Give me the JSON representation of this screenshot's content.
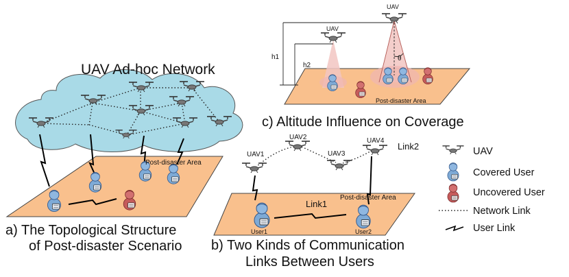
{
  "panel_a": {
    "cloud_title": "UAV Ad-hoc Network",
    "area_label": "Post-disaster Area",
    "caption_line1": "a)  The Topological Structure",
    "caption_line2": "of Post-disaster Scenario"
  },
  "panel_b": {
    "uav_labels": [
      "UAV1",
      "UAV2",
      "UAV3",
      "UAV4"
    ],
    "link1_label": "Link1",
    "link2_label": "Link2",
    "area_label": "Post-disaster Area",
    "user1_label": "User1",
    "user2_label": "User2",
    "caption_line1": "b) Two Kinds of Communication",
    "caption_line2": "Links Between Users"
  },
  "panel_c": {
    "uav_label_high": "UAV",
    "uav_label_low": "UAV",
    "h1_label": "h1",
    "h2_label": "h2",
    "theta_label": "θ",
    "area_label": "Post-disaster Area",
    "caption": "c) Altitude Influence on Coverage"
  },
  "legend": {
    "items": [
      {
        "label": "UAV",
        "icon": "uav-icon"
      },
      {
        "label": "Covered User",
        "icon": "covered-user-icon"
      },
      {
        "label": "Uncovered User",
        "icon": "uncovered-user-icon"
      },
      {
        "label": "Network Link",
        "icon": "dotted-line-icon"
      },
      {
        "label": "User Link",
        "icon": "lightning-icon"
      }
    ]
  },
  "colors": {
    "area_fill": "#f9c08d",
    "cloud_fill": "#a9dae7",
    "covered_user": "#7eaad6",
    "uncovered_user": "#c55b5b",
    "beam": "#f2c6c2"
  }
}
